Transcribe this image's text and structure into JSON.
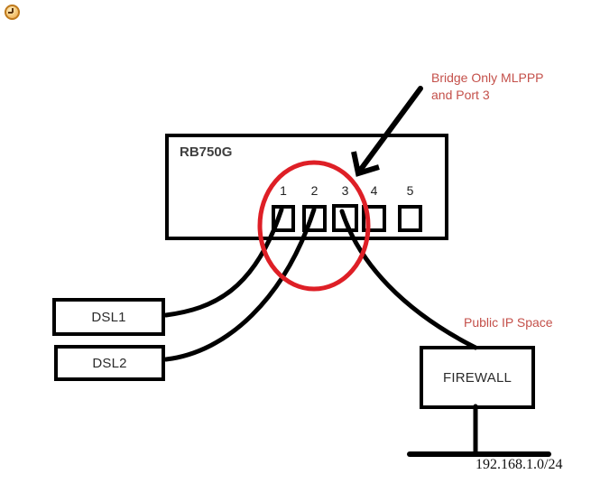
{
  "colors": {
    "background": "#ffffff",
    "line_black": "#000000",
    "highlight_red": "#de1f26",
    "note_red": "#c4504a",
    "label_dark": "#3f3f3f"
  },
  "icons": {
    "clock": {
      "name": "clock-icon",
      "shape": "round orange clock face with dark hands"
    }
  },
  "router": {
    "label": "RB750G",
    "ports": [
      "1",
      "2",
      "3",
      "4",
      "5"
    ]
  },
  "devices": {
    "dsl1": "DSL1",
    "dsl2": "DSL2",
    "firewall": "FIREWALL"
  },
  "annotations": {
    "bridge_note_line1": "Bridge Only MLPPP",
    "bridge_note_line2": "and Port 3",
    "public_ip": "Public IP Space",
    "subnet": "192.168.1.0/24"
  }
}
